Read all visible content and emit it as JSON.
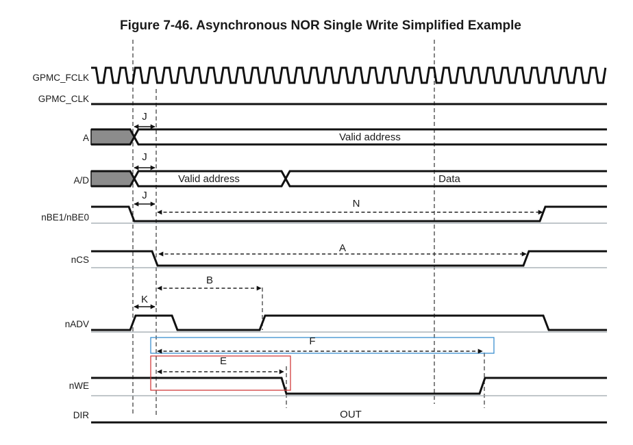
{
  "figure": {
    "title": "Figure 7-46. Asynchronous NOR Single Write Simplified Example"
  },
  "signals": {
    "fclk": "GPMC_FCLK",
    "clk": "GPMC_CLK",
    "a": "A",
    "ad": "A/D",
    "nbe": "nBE1/nBE0",
    "ncs": "nCS",
    "nadv": "nADV",
    "nwe": "nWE",
    "dir": "DIR"
  },
  "bus_values": {
    "a_valid_address": "Valid address",
    "ad_valid_address": "Valid address",
    "ad_data": "Data",
    "dir_out": "OUT"
  },
  "timing_params": {
    "j1": "J",
    "j2": "J",
    "j3": "J",
    "n": "N",
    "a": "A",
    "b": "B",
    "k": "K",
    "f": "F",
    "e": "E"
  },
  "colors": {
    "highlight_f": "#3a8fd0",
    "highlight_e": "#d23b3b",
    "undefined_bus_fill": "#8c8c8c"
  }
}
